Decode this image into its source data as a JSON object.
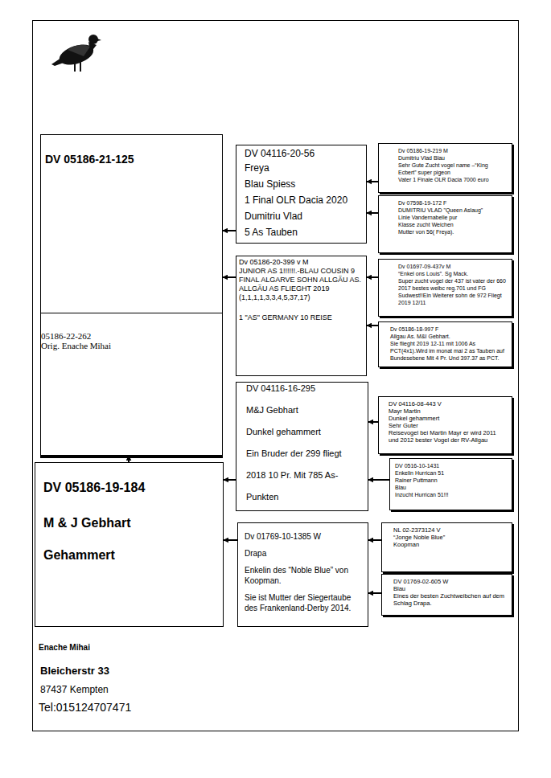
{
  "diagram": {
    "nodes": [
      {
        "text": [
          "DV 05186-21-125"
        ]
      },
      {
        "text": [
          "05186-22-262",
          "Orig. Enache Mihai"
        ]
      },
      {
        "text": [
          "DV 05186-19-184",
          "M & J Gebhart",
          "Gehammert"
        ]
      },
      {
        "text": [
          "DV 04116-20-56",
          "Freya",
          "Blau Spiess",
          "1 Final  OLR Dacia 2020",
          "Dumitriu Vlad",
          "5 As Tauben"
        ]
      },
      {
        "text": [
          "Dv 05186-20-399 v M",
          "JUNIOR AS 1!!!!!!.-BLAU COUSIN 9 FINAL ALGARVE SOHN ALLGÄU AS. ALLGÄU AS FLIEGHT 2019 (1,1,1,1,3,3,4,5,37,17)",
          "1 \"AS\" GERMANY 10 REISE"
        ]
      },
      {
        "text": [
          "DV 04116-16-295",
          "M&J Gebhart",
          "Dunkel gehammert",
          "Ein Bruder der 299 fliegt",
          "2018 10 Pr. Mit 785 As-",
          "Punkten"
        ]
      },
      {
        "text": [
          "Dv 01769-10-1385 W",
          "Drapa",
          "Enkelin des “Noble Blue” von Koopman.",
          "Sie ist Mutter der Siegertaube des Frankenland-Derby 2014."
        ]
      },
      {
        "text": [
          "Dv 05186-19-219 M",
          "Dumitriu Vlad Blau",
          "Sehr Gute Zucht vogel name –“King Ecbert” super pigeon",
          "Vater 1 Finale OLR Dacia 7000 euro"
        ]
      },
      {
        "text": [
          "Dv 07598-19-172 F",
          "DUMITRIU VLAD \"Queen Aslaug\"",
          "Linie Vandernabelle pur",
          "Klasse zucht Weichen",
          "Mutter von 56( Freya)."
        ]
      },
      {
        "text": [
          "Dv 01697-09-437v M",
          "“Enkel ons Louis”. Sg Mack.",
          "Super zucht vogel der 437 ist vater der 660 2017 bestes weibc reg.701 und FG Sudwest!!Ein Weiterer sohn de 972 Fliegt 2019 12/11"
        ]
      },
      {
        "text": [
          "Dv 05186-18-997 F",
          "Allgau  As. M&I Gebhart.",
          "Sie flieght 2019 12-11 mit 1006 As PCT(4x1).Wird im monat mai 2 as Tauben auf Bundesebene Mit 4 Pr. Und 397.37 as PCT."
        ]
      },
      {
        "text": [
          "DV 04116-08-443 V",
          "Mayr Martin",
          "Dunkel gehammert",
          "Sehr Guter",
          "Reisevogel bei Martin Mayr er wird 2011 und 2012 bester Vogel der RV-Allgau"
        ]
      },
      {
        "text": [
          "DV 0516-10-1431",
          "Enkelin Hurrican 51",
          "Rainer Puttmann",
          "Blau",
          "Inzucht Hurrican 51!!!"
        ]
      },
      {
        "text": [
          "NL 02-2373124 V",
          "“Jonge Noble Blue”",
          "Koopman"
        ]
      },
      {
        "text": [
          "DV 01769-02-605 W",
          "Blau",
          "Eines der besten Zuchtweibchen auf dem Schlag Drapa."
        ]
      }
    ],
    "edges": [
      {
        "from": 0,
        "to": 1,
        "arrow": "to"
      },
      {
        "from": 2,
        "to": 1,
        "arrow": "to"
      },
      {
        "from": 3,
        "to": 0,
        "arrow": "to"
      },
      {
        "from": 4,
        "to": 0,
        "arrow": "to"
      },
      {
        "from": 5,
        "to": 2,
        "arrow": "to"
      },
      {
        "from": 6,
        "to": 2,
        "arrow": "to"
      },
      {
        "from": 7,
        "to": 3,
        "arrow": "to"
      },
      {
        "from": 8,
        "to": 3,
        "arrow": "to"
      },
      {
        "from": 9,
        "to": 4,
        "arrow": "to"
      },
      {
        "from": 10,
        "to": 4,
        "arrow": "to"
      },
      {
        "from": 11,
        "to": 5,
        "arrow": "to"
      },
      {
        "from": 12,
        "to": 5,
        "arrow": "to"
      },
      {
        "from": 13,
        "to": 6,
        "arrow": "to"
      },
      {
        "from": 14,
        "to": 6,
        "arrow": "to"
      }
    ],
    "labels": [
      "Enache Mihai",
      "Bleicherstr 33",
      "87437 Kempten",
      "Tel:015124707471"
    ]
  }
}
